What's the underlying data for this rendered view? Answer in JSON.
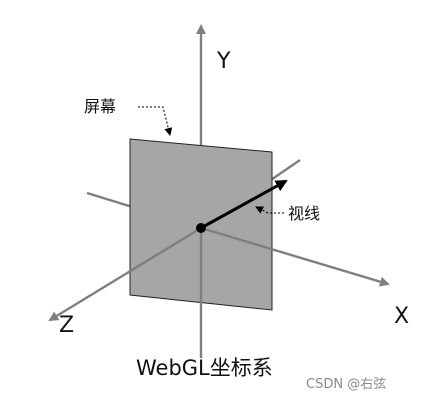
{
  "axes": {
    "x_label": "X",
    "y_label": "Y",
    "z_label": "Z"
  },
  "labels": {
    "screen": "屏幕",
    "sight_line": "视线"
  },
  "caption": "WebGL坐标系",
  "watermark": "CSDN @右弦",
  "colors": {
    "axis": "#7f7f7f",
    "screen_fill": "#a6a6a6",
    "screen_stroke": "#222222",
    "sight_vector": "#000000",
    "origin_dot": "#000000",
    "text": "#111111",
    "watermark": "#8a8a8a"
  }
}
